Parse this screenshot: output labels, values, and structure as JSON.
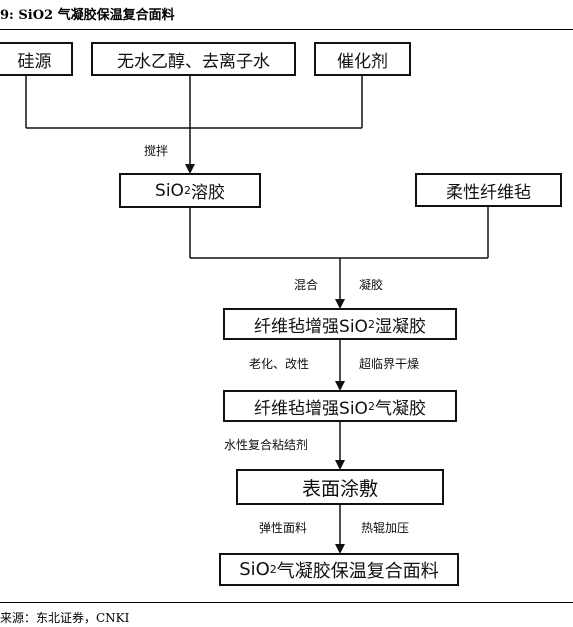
{
  "header": {
    "title_prefix": "9:",
    "title": "SiO2 气凝胶保温复合面料"
  },
  "nodes": {
    "silicon_source": "硅源",
    "ethanol_water": "无水乙醇、去离子水",
    "catalyst": "催化剂",
    "sio2_sol": {
      "prefix": "SiO",
      "sub": "2",
      "suffix": "溶胶"
    },
    "flexible_felt": "柔性纤维毡",
    "wet_gel": {
      "prefix": "纤维毡增强SiO",
      "sub": "2",
      "suffix": "湿凝胶"
    },
    "aerogel": {
      "prefix": "纤维毡增强SiO",
      "sub": "2",
      "suffix": "气凝胶"
    },
    "surface_coating": "表面涂敷",
    "composite_fabric": {
      "prefix": "SiO",
      "sub": "2",
      "suffix": "气凝胶保温复合面料"
    }
  },
  "labels": {
    "stir": "搅拌",
    "mix": "混合",
    "gel": "凝胶",
    "aging": "老化、改性",
    "supercritical": "超临界干燥",
    "adhesive": "水性复合粘结剂",
    "elastic_fabric": "弹性面料",
    "hot_press": "热辊加压"
  },
  "footer": {
    "source": "来源：东北证券，CNKI"
  }
}
